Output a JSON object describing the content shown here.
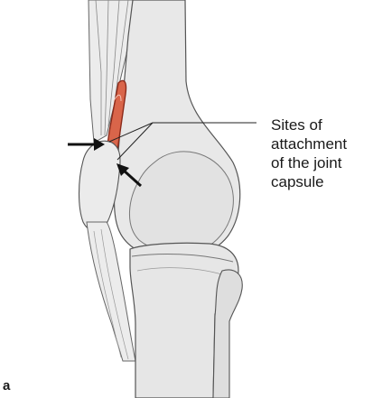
{
  "figure": {
    "callout": {
      "lines": [
        "Sites of",
        "attachment",
        "of the joint",
        "capsule"
      ]
    },
    "panel_label": "a"
  },
  "colors": {
    "bone_fill": "#e9e9e9",
    "bone_shade": "#d4d4d4",
    "outline": "#555555",
    "capsule_fill": "#d9654a",
    "capsule_outline": "#8b2a1a",
    "text": "#1a1a1a"
  }
}
